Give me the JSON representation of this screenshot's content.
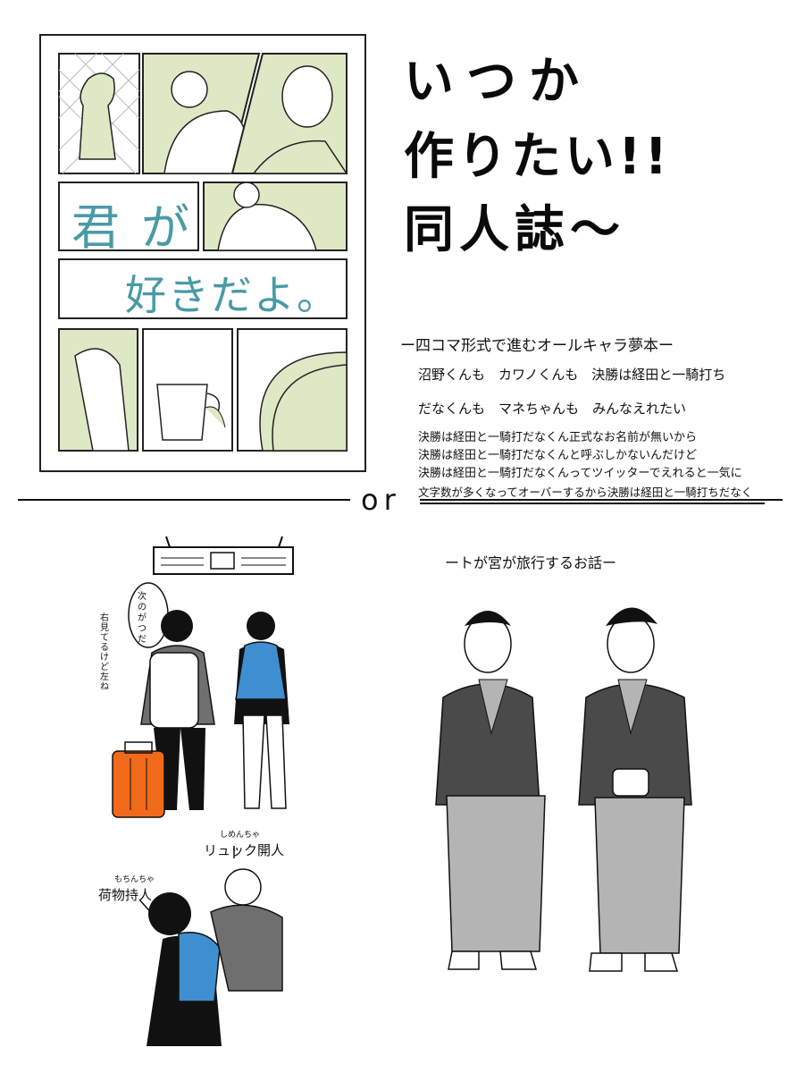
{
  "top_section": {
    "doujinshi_panel": {
      "cover_text_line1": "君が",
      "cover_text_line2": "好きだよ。"
    },
    "title_lines": [
      "いつか",
      "作りたい!!",
      "同人誌〜"
    ],
    "subtitle": "ー四コマ形式で進むオールキャラ夢本ー",
    "desc_lines": [
      "沼野くんも　カワノくんも　決勝は経田と一騎打ち",
      "だなくんも　マネちゃんも　みんなえれたい",
      "決勝は経田と一騎打だなくん正式なお名前が無いから",
      "決勝は経田と一騎打だなくんと呼ぶしかないんだけど",
      "決勝は経田と一騎打だなくんってツイッターでえれると一気に",
      "文字数が多くなってオーバーするから決勝は経田と一騎打ちだなく"
    ]
  },
  "divider": {
    "or_text": "or"
  },
  "bottom_section": {
    "trip_title": "ートが宮が旅行するお話ー",
    "speech_bubble_text": "次のがつだ",
    "side_note": "右見てるけど左ね",
    "label_backpack": "リュック開人",
    "label_backpack_ruby": "しめんちゃ",
    "label_luggage": "荷物持人",
    "label_luggage_ruby": "もちんちゃ"
  },
  "colors": {
    "ink": "#111111",
    "panel_green": "#dfe8c5",
    "teal_text": "#4a9aa6",
    "backpack_blue": "#3f8fd0",
    "suitcase_orange": "#f06a1a",
    "coat_gray": "#6f6f6f",
    "yukata_dark": "#4a4a4a",
    "yukata_light": "#b4b4b4"
  }
}
